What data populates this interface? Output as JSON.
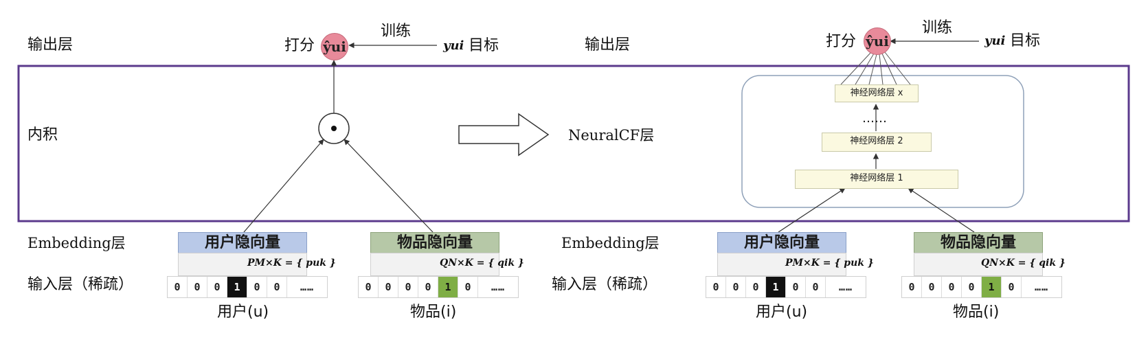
{
  "layers": {
    "output": "输出层",
    "inner_product": "内积",
    "embedding": "Embedding层",
    "input": "输入层（稀疏）",
    "neuralcf": "NeuralCF层"
  },
  "top": {
    "score": "打分",
    "train": "训练",
    "target": "目标",
    "y_hat": "ŷui",
    "y": "yui"
  },
  "embedding": {
    "user": "用户隐向量",
    "item": "物品隐向量",
    "user_formula": "PM×K = { puk }",
    "item_formula": "QN×K = { qik }"
  },
  "input": {
    "user_label": "用户(u)",
    "item_label": "物品(i)",
    "user_vector": [
      "0",
      "0",
      "0",
      "1",
      "0",
      "0",
      "……"
    ],
    "item_vector": [
      "0",
      "0",
      "0",
      "0",
      "1",
      "0",
      "……"
    ]
  },
  "nn_layers": [
    "神经网络层 x",
    "……",
    "神经网络层 2",
    "神经网络层 1"
  ],
  "colors": {
    "frame": "#5b3a8c",
    "score_fill": "#e88a9a",
    "user_embed": "#b9c9e8",
    "item_embed": "#b6c8a7",
    "active_user": "#111111",
    "active_item": "#7fae45"
  },
  "icons": [
    "dot-product-icon",
    "right-arrow-icon"
  ]
}
